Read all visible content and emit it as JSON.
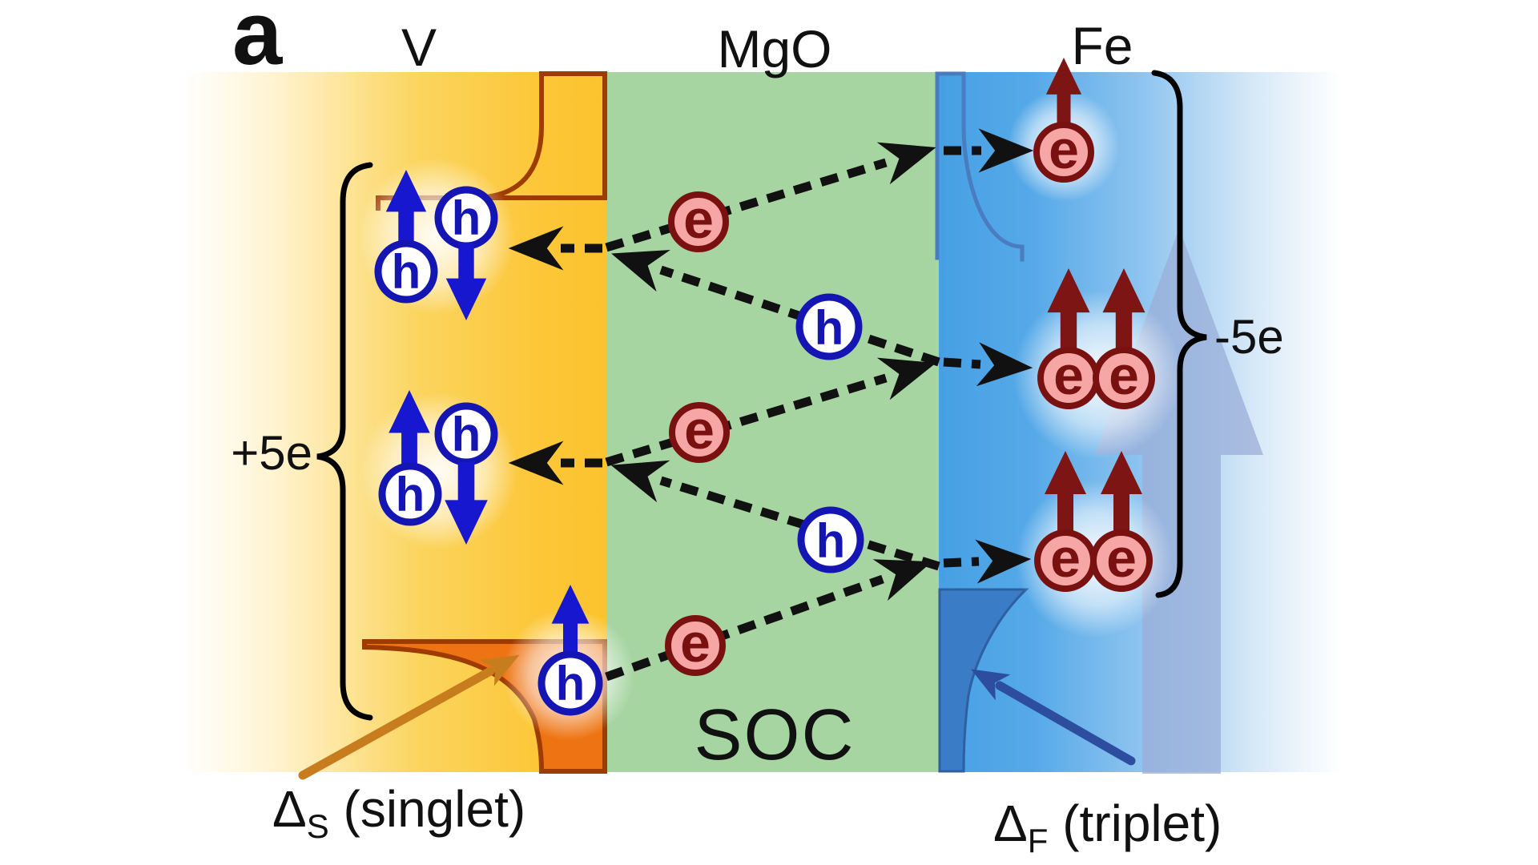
{
  "figure": {
    "panel_label": "a",
    "regions": [
      {
        "id": "v",
        "label": "V",
        "description": "singlet superconductor electrode"
      },
      {
        "id": "mgo",
        "label": "MgO",
        "description": "tunnel barrier with spin-orbit coupling"
      },
      {
        "id": "fe",
        "label": "Fe",
        "description": "ferromagnet electrode"
      }
    ],
    "labels": {
      "charge_left": "+5e",
      "charge_right": "-5e",
      "soc": "SOC"
    },
    "captions": {
      "left": {
        "symbol": "Δ",
        "sub": "S",
        "rest": " (singlet)"
      },
      "right": {
        "symbol": "Δ",
        "sub": "F",
        "rest": " (triplet)"
      }
    },
    "symbols": {
      "electron": "e",
      "hole": "h"
    },
    "colors": {
      "v_yellow": "#fcc32c",
      "mgo_green": "#a7d5a2",
      "fe_blue": "#49a0e3",
      "electron_fill": "#f7a6a6",
      "electron_stroke": "#7a1111",
      "hole_stroke": "#1515b4",
      "spin_hole": "#1717cf",
      "spin_fe": "#7d1515",
      "singlet_fill": "#ee7413",
      "singlet_stroke": "#9e3c00",
      "fe_dos_stroke": "#4a7cc0",
      "triplet_fill": "#3b7cc7",
      "triplet_stroke": "#2e5fa0",
      "annotation_orange": "#c77c1e",
      "annotation_blue": "#2d4e9e",
      "magnetization": "#9aaed8"
    }
  }
}
